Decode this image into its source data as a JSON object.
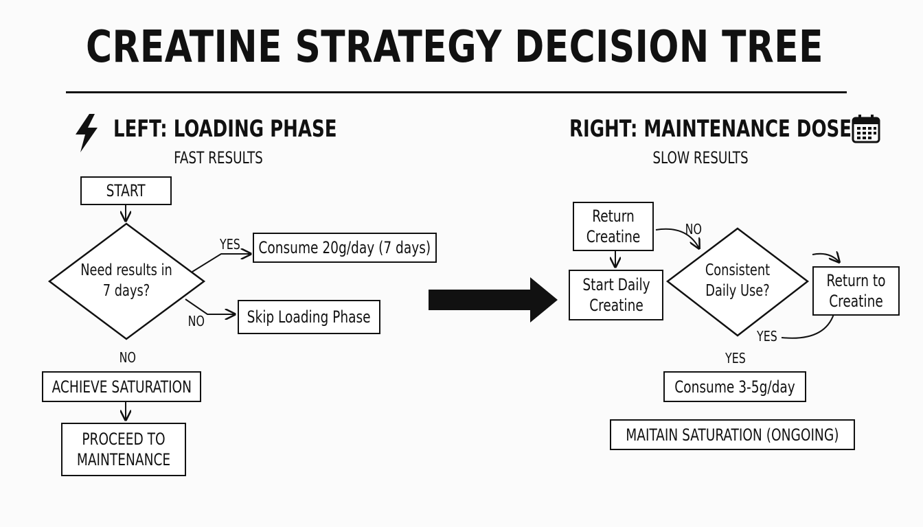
{
  "title": "CREATINE STRATEGY DECISION TREE",
  "left": {
    "heading": "LEFT: LOADING PHASE",
    "subheading": "FAST RESULTS",
    "icon": "lightning-bolt-icon",
    "nodes": {
      "start": "START",
      "decision": "Need results in 7 days?",
      "yes_action": "Consume 20g/day (7 days)",
      "no_action": "Skip Loading Phase",
      "saturation": "ACHIEVE SATURATION",
      "proceed": "PROCEED TO MAINTENANCE"
    },
    "labels": {
      "yes": "YES",
      "no": "NO",
      "no_below": "NO"
    }
  },
  "right": {
    "heading": "RIGHT: MAINTENANCE DOSE",
    "subheading": "SLOW RESULTS",
    "icon": "calendar-icon",
    "nodes": {
      "return_left": "Return Creatine",
      "start_daily": "Start Daily Creatine",
      "decision": "Consistent Daily Use?",
      "return_right": "Return to Creatine",
      "consume": "Consume 3-5g/day",
      "maintain": "MAITAIN SATURATION (ONGOING)"
    },
    "labels": {
      "no": "NO",
      "yes_curve": "YES",
      "yes_below": "YES"
    }
  }
}
